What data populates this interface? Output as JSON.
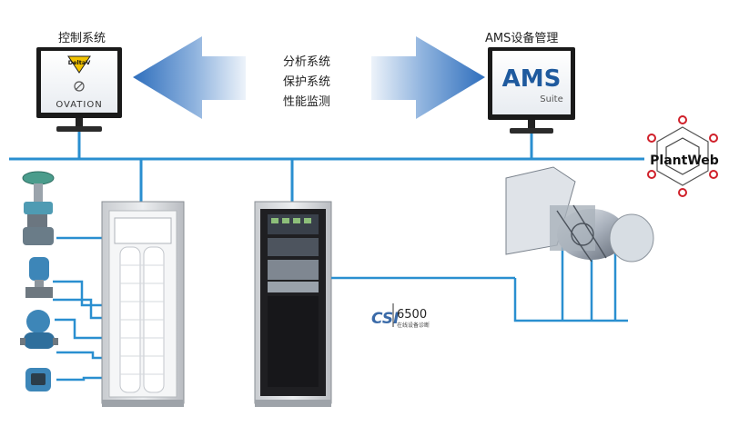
{
  "labels": {
    "control_system": "控制系统",
    "ams_management": "AMS设备管理",
    "center_lines": [
      "分析系统",
      "保护系统",
      "性能监测"
    ]
  },
  "monitors": {
    "left": {
      "brand_top": "DeltaV",
      "brand_bottom": "OVATION"
    },
    "right": {
      "brand_top": "AMS",
      "brand_bottom": "Suite"
    }
  },
  "plantweb": {
    "label": "PlantWeb"
  },
  "csi": {
    "logo": "CSI",
    "model": "6500",
    "subtitle": "在线设备诊断"
  },
  "colors": {
    "bus": "#2a8fd0",
    "arrow_light": "#e3edf7",
    "arrow_dark": "#2f6fbd",
    "plantweb_red": "#d0202a"
  }
}
